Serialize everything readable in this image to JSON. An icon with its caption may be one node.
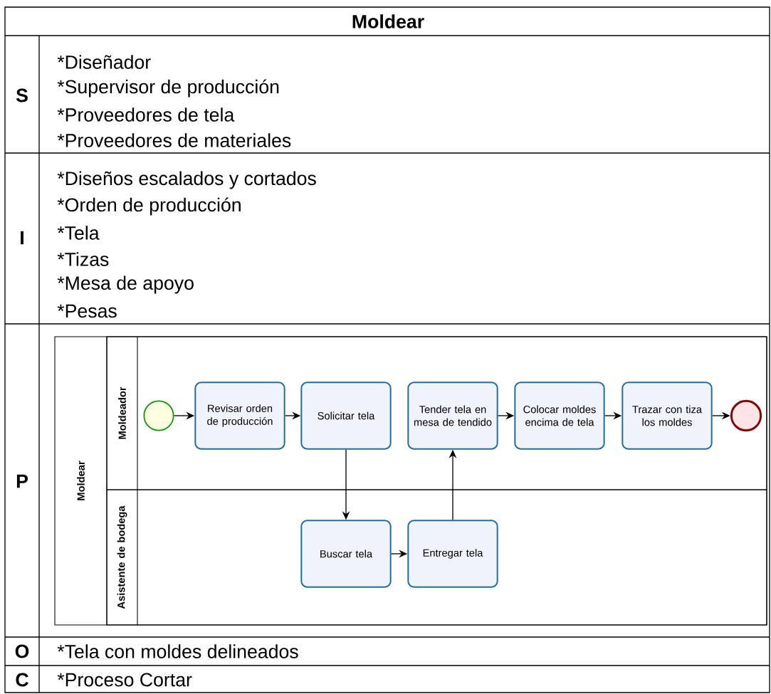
{
  "diagram": {
    "title": "Moldear",
    "nodes": [
      {
        "text": [
          "Moldear"
        ]
      },
      {
        "text": [
          "Moldeador"
        ],
        "in": 0
      },
      {
        "text": [
          "Asistente de bodega"
        ],
        "in": 0
      },
      {
        "text": [],
        "shape": "circle",
        "in": 1
      },
      {
        "text": [
          "Revisar orden de producción"
        ],
        "in": 1
      },
      {
        "text": [
          "Solicitar tela"
        ],
        "in": 1
      },
      {
        "text": [
          "Tender tela en mesa de tendido"
        ],
        "in": 1
      },
      {
        "text": [
          "Colocar moldes encima de tela"
        ],
        "in": 1
      },
      {
        "text": [
          "Trazar con tiza los moldes"
        ],
        "in": 1
      },
      {
        "text": [],
        "shape": "circle",
        "in": 1
      },
      {
        "text": [
          "Buscar tela"
        ],
        "in": 2
      },
      {
        "text": [
          "Entregar tela"
        ],
        "in": 2
      }
    ],
    "edges": [
      {
        "from": 3,
        "to": 4,
        "arrow": "to"
      },
      {
        "from": 4,
        "to": 5,
        "arrow": "to"
      },
      {
        "from": 5,
        "to": 10,
        "arrow": "to"
      },
      {
        "from": 10,
        "to": 11,
        "arrow": "to"
      },
      {
        "from": 11,
        "to": 6,
        "arrow": "to"
      },
      {
        "from": 6,
        "to": 7,
        "arrow": "to"
      },
      {
        "from": 7,
        "to": 8,
        "arrow": "to"
      },
      {
        "from": 8,
        "to": 9,
        "arrow": "to"
      }
    ],
    "labels": [
      "S",
      "*Diseñador",
      "*Supervisor de producción",
      "*Proveedores de tela",
      "*Proveedores de materiales",
      "I",
      "*Diseños escalados y cortados",
      "*Orden de producción",
      "*Tela",
      "*Tizas",
      "*Mesa de apoyo",
      "*Pesas",
      "P",
      "O",
      "*Tela con moldes delineados",
      "C",
      "*Proceso Cortar"
    ]
  }
}
